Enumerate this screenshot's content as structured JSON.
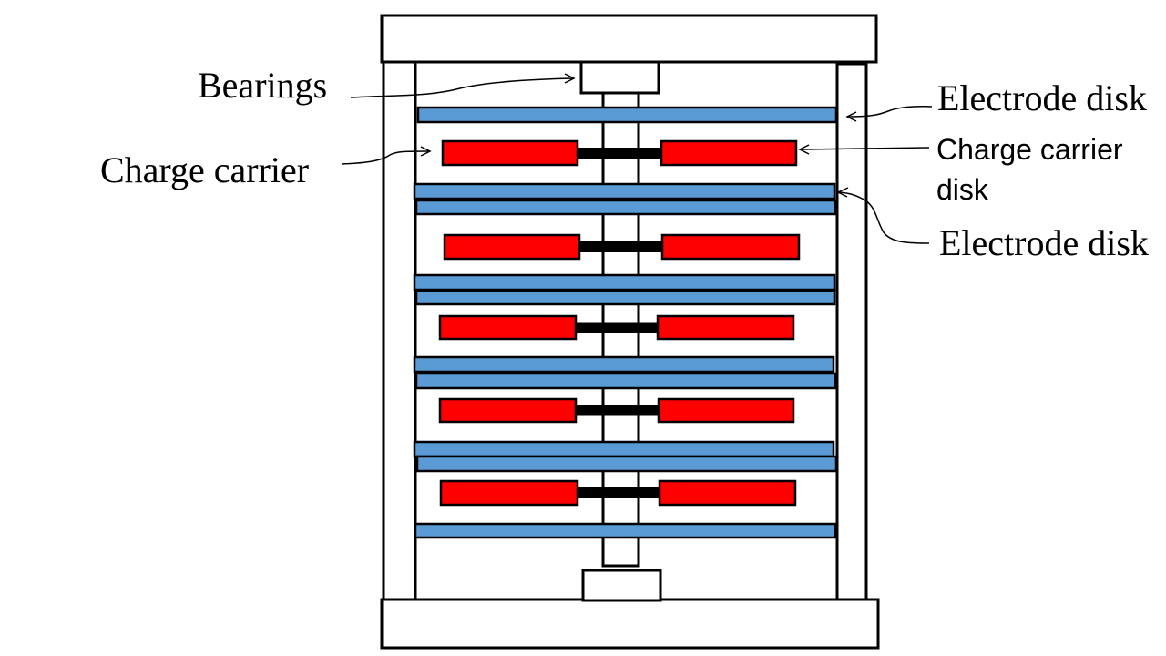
{
  "colors": {
    "electrode_disk": "#5b9bd5",
    "charge_carrier": "#ff0000",
    "hub": "#000000",
    "outline": "#000000",
    "background": "#ffffff"
  },
  "labels": {
    "bearings": "Bearings",
    "charge_carrier": "Charge carrier",
    "electrode_disk_top": "Electrode disk",
    "charge_carrier_disk_line1": "Charge carrier",
    "charge_carrier_disk_line2": "disk",
    "electrode_disk_mid": "Electrode disk"
  },
  "structure": {
    "carrier_levels": 5,
    "electrode_plates": 10
  }
}
